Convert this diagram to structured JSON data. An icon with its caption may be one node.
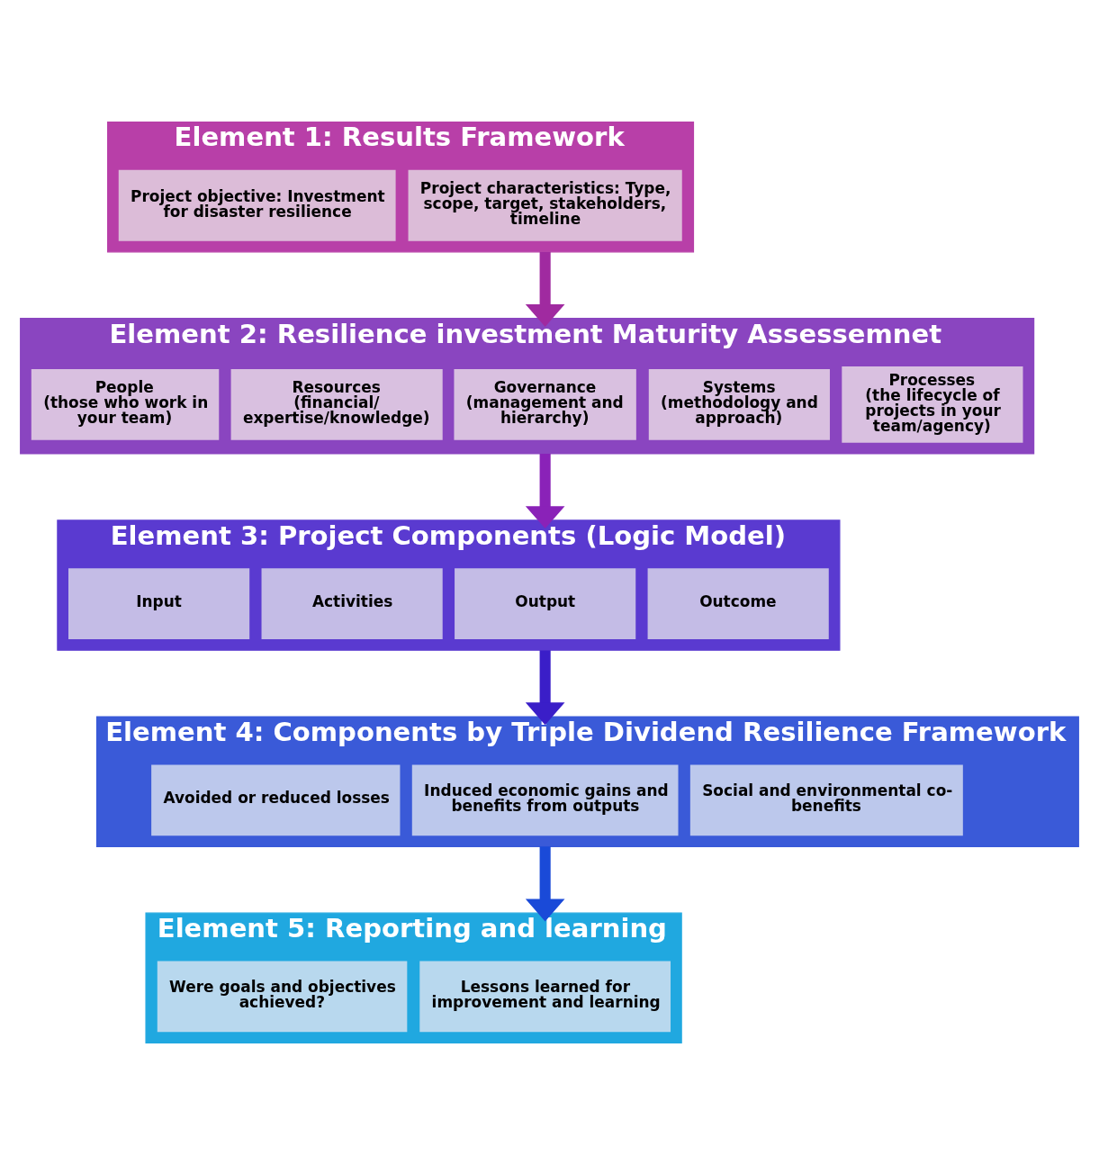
{
  "diagram": {
    "nodes": [
      {
        "text": [
          "Element 1: Results Framework"
        ]
      },
      {
        "text": [
          "Project objective: Investment for disaster resilience"
        ],
        "in": 0
      },
      {
        "text": [
          "Project characteristics: Type, scope, target, stakeholders, timeline"
        ],
        "in": 0
      },
      {
        "text": [
          "Element 2: Resilience investment Maturity Assessemnet"
        ]
      },
      {
        "text": [
          "People",
          "(those who work in your team)"
        ],
        "in": 3
      },
      {
        "text": [
          "Resources",
          "(financial/ expertise/knowledge)"
        ],
        "in": 3
      },
      {
        "text": [
          "Governance",
          "(management and hierarchy)"
        ],
        "in": 3
      },
      {
        "text": [
          "Systems",
          "(methodology and approach)"
        ],
        "in": 3
      },
      {
        "text": [
          "Processes",
          "(the lifecycle of projects in your team/agency)"
        ],
        "in": 3
      },
      {
        "text": [
          "Element 3: Project Components (Logic Model)"
        ]
      },
      {
        "text": [
          "Input"
        ],
        "in": 9
      },
      {
        "text": [
          "Activities"
        ],
        "in": 9
      },
      {
        "text": [
          "Output"
        ],
        "in": 9
      },
      {
        "text": [
          "Outcome"
        ],
        "in": 9
      },
      {
        "text": [
          "Element 4: Components by Triple Dividend Resilience Framework"
        ]
      },
      {
        "text": [
          "Avoided or reduced losses"
        ],
        "in": 14
      },
      {
        "text": [
          "Induced economic gains and benefits from outputs"
        ],
        "in": 14
      },
      {
        "text": [
          "Social and environmental co-benefits"
        ],
        "in": 14
      },
      {
        "text": [
          "Element 5: Reporting and learning"
        ]
      },
      {
        "text": [
          "Were goals and objectives achieved?"
        ],
        "in": 18
      },
      {
        "text": [
          "Lessons learned for improvement and learning"
        ],
        "in": 18
      }
    ],
    "edges": [
      {
        "from": 0,
        "to": 3,
        "arrow": "to",
        "color": "#a02aa0"
      },
      {
        "from": 3,
        "to": 9,
        "arrow": "to",
        "color": "#8a22b8"
      },
      {
        "from": 9,
        "to": 14,
        "arrow": "to",
        "color": "#3a1ec8"
      },
      {
        "from": 14,
        "to": 18,
        "arrow": "to",
        "color": "#1a4ad8"
      }
    ]
  }
}
